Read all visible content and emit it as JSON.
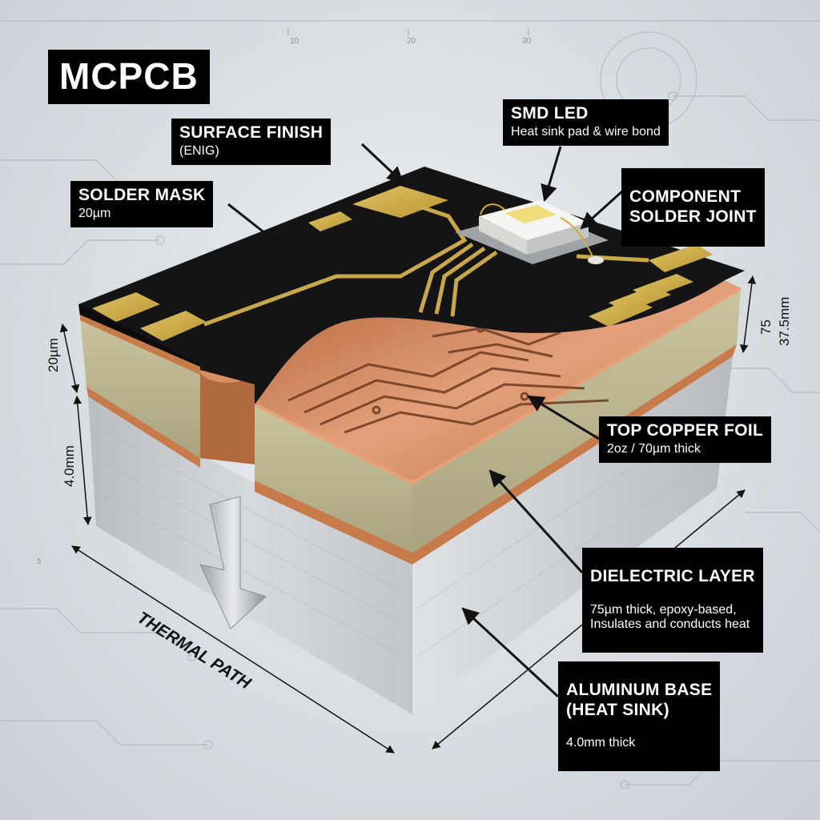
{
  "title": "MCPCB",
  "ruler_ticks": [
    "10",
    "20",
    "30"
  ],
  "side_ticks": [
    "5"
  ],
  "labels": {
    "surface_finish": {
      "title": "SURFACE FINISH",
      "sub": "(ENIG)"
    },
    "solder_mask": {
      "title": "SOLDER MASK",
      "sub": "20µm"
    },
    "smd_led": {
      "title": "SMD LED",
      "sub": "Heat sink pad & wire bond"
    },
    "component_joint": {
      "title": "COMPONENT\nSOLDER JOINT"
    },
    "top_copper": {
      "title": "TOP COPPER FOIL",
      "sub": "2oz / 70µm thick"
    },
    "dielectric": {
      "title": "DIELECTRIC LAYER",
      "sub": "75µm thick, epoxy-based,\nInsulates and conducts heat"
    },
    "aluminum": {
      "title": "ALUMINUM BASE\n(HEAT SINK)",
      "sub": "4.0mm thick"
    }
  },
  "dimensions": {
    "left_top": "20µm",
    "left_bottom": "4.0mm",
    "right_line1": "75",
    "right_line2": "37.5mm",
    "thermal_path": "THERMAL PATH"
  },
  "colors": {
    "solder_mask": "#141414",
    "gold_pads": "#c8a84a",
    "copper": "#c77b4a",
    "dielectric": "#b9b48e",
    "aluminum": "#c9cdd1",
    "label_bg": "#000000"
  }
}
